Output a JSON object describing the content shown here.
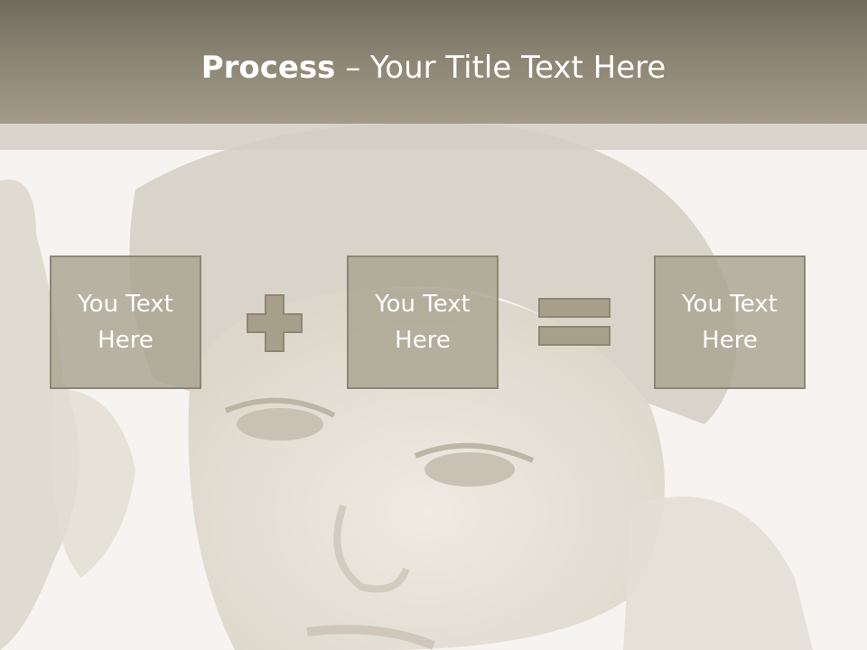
{
  "title": {
    "bold": "Process",
    "rest": " – Your Title Text Here"
  },
  "steps": [
    {
      "text": "You Text\nHere"
    },
    {
      "text": "You Text\nHere"
    },
    {
      "text": "You Text\nHere"
    }
  ],
  "operators": [
    "plus-icon",
    "equals-icon"
  ],
  "colors": {
    "title_bar": "#8b8473",
    "box_fill": "#aaa391",
    "box_border": "#8d8674",
    "operator_fill": "#a89f8a",
    "text": "#ffffff"
  }
}
